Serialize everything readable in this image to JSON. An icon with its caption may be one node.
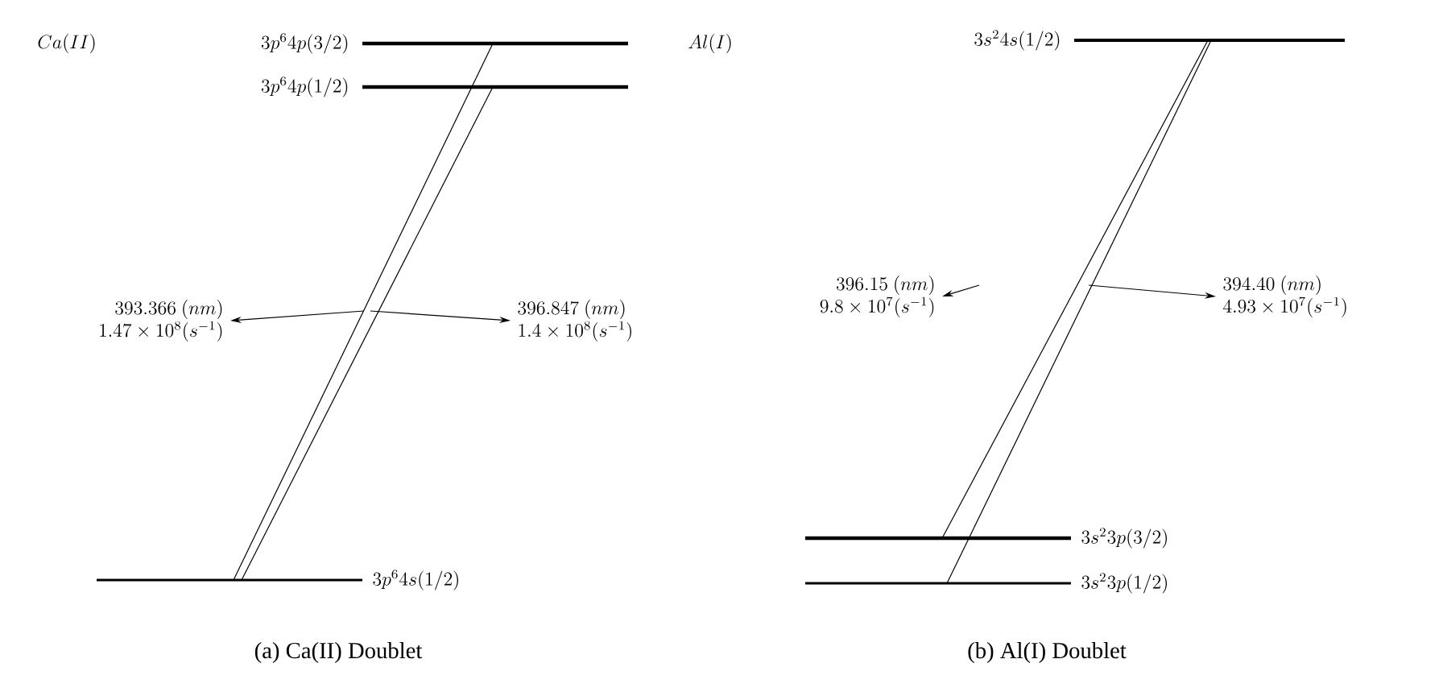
{
  "diagram": {
    "nodes": [
      {
        "text": [
          "3p^{6}4p(3/2)"
        ]
      },
      {
        "text": [
          "3p^{6}4p(1/2)"
        ]
      },
      {
        "text": [
          "3p^{6}4s(1/2)"
        ]
      },
      {
        "text": [
          "393.366~(nm)",
          "1.47\\times 10^{8}(s^{-1})"
        ]
      },
      {
        "text": [
          "396.847~(nm)",
          "1.4\\times 10^{8}(s^{-1})"
        ]
      },
      {
        "text": [
          "3s^{2}4s(1/2)"
        ]
      },
      {
        "text": [
          "3s^{2}3p(3/2)"
        ]
      },
      {
        "text": [
          "3s^{2}3p(1/2)"
        ]
      },
      {
        "text": [
          "396.15~(nm)",
          "9.8\\times 10^{7}(s^{-1})"
        ]
      },
      {
        "text": [
          "394.40~(nm)",
          "4.93\\times 10^{7}(s^{-1})"
        ]
      }
    ],
    "edges": [
      {
        "from": 0,
        "to": 2,
        "arrow": "none"
      },
      {
        "from": 1,
        "to": 2,
        "arrow": "none"
      },
      {
        "from": null,
        "to": 3,
        "arrow": "to"
      },
      {
        "from": null,
        "to": 4,
        "arrow": "to"
      },
      {
        "from": 5,
        "to": 6,
        "arrow": "none"
      },
      {
        "from": 5,
        "to": 7,
        "arrow": "none"
      },
      {
        "from": null,
        "to": 8,
        "arrow": "to"
      },
      {
        "from": null,
        "to": 9,
        "arrow": "to"
      }
    ],
    "labels": [
      "Ca(II)",
      "Al(I)",
      "(a) Ca(II) Doublet",
      "(b) Al(I) Doublet"
    ]
  }
}
